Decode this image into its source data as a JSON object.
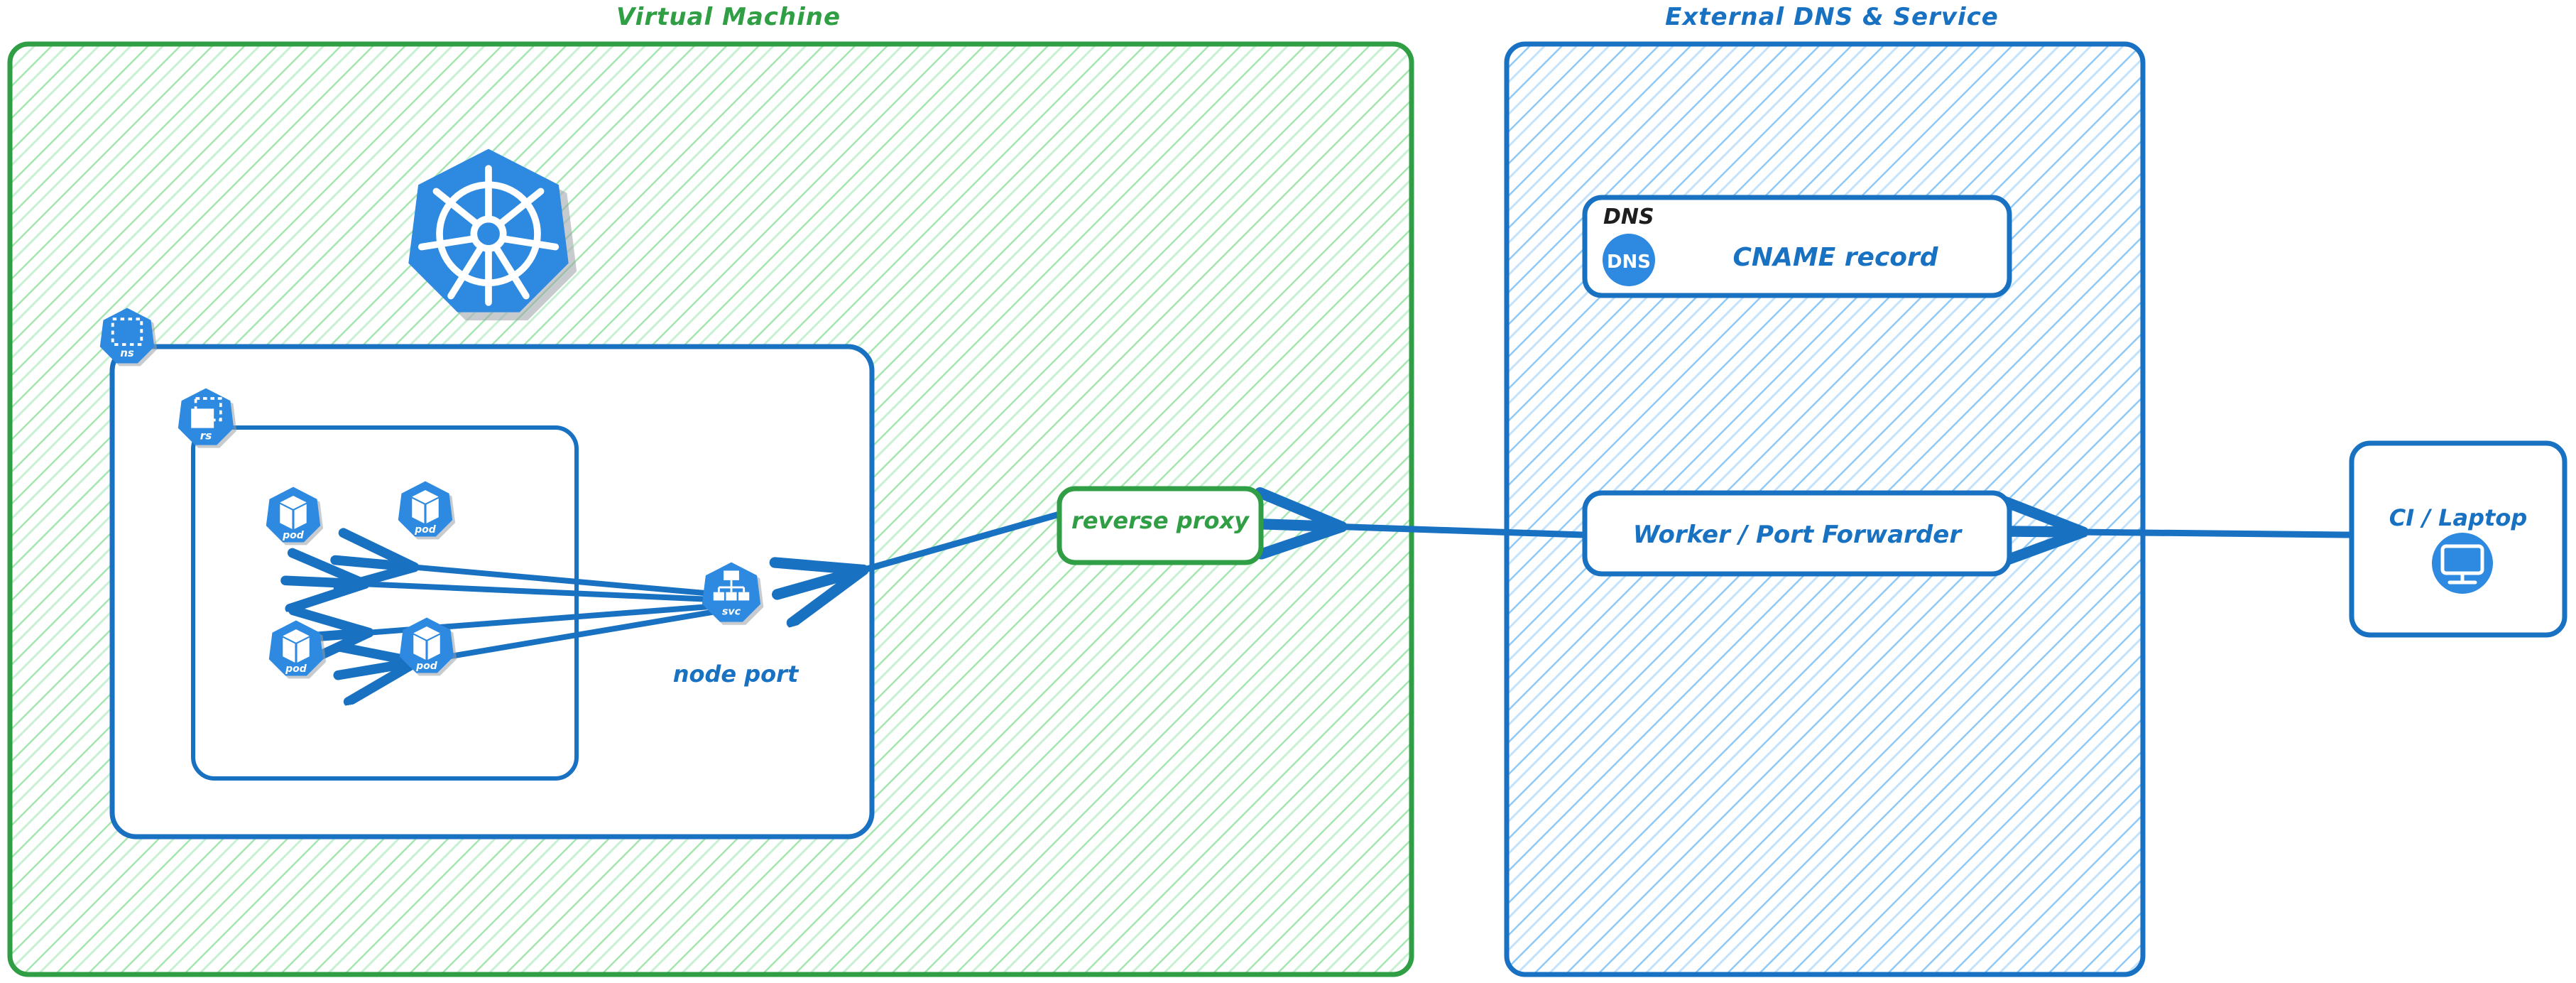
{
  "diagram": {
    "title_hidden": "Kubernetes NodePort exposed via reverse proxy and external DNS",
    "colors": {
      "green_stroke": "#2f9e44",
      "green_hatch": "#a5e6b0",
      "green_text": "#2f9e44",
      "blue_stroke": "#1971c2",
      "blue_hatch": "#8fc9f8",
      "blue_text": "#1971c2",
      "k8s_blue": "#2d8ae0",
      "black_text": "#1e1e1e",
      "white": "#ffffff",
      "arrow": "#1971c2"
    }
  },
  "groups": [
    {
      "id": "virtual-machine",
      "label": "Virtual Machine",
      "label_color": "#2f9e44",
      "stroke": "#2f9e44",
      "hatch": "#a5e6b0"
    },
    {
      "id": "external-dns-service",
      "label": "External DNS & Service",
      "label_color": "#1971c2",
      "stroke": "#1971c2",
      "hatch": "#8fc9f8"
    }
  ],
  "vm": {
    "namespace": {
      "icon_label": "ns",
      "icon_name": "kubernetes-namespace-icon"
    },
    "replicaset": {
      "icon_label": "rs",
      "icon_name": "kubernetes-replicaset-icon"
    },
    "kubernetes_logo": {
      "icon_name": "kubernetes-logo-icon",
      "label": ""
    },
    "pods": [
      {
        "icon_label": "pod",
        "name": "pod-1"
      },
      {
        "icon_label": "pod",
        "name": "pod-2"
      },
      {
        "icon_label": "pod",
        "name": "pod-3"
      },
      {
        "icon_label": "pod",
        "name": "pod-4"
      }
    ],
    "service": {
      "icon_label": "svc",
      "caption": "node port",
      "caption_color": "#1971c2"
    },
    "reverse_proxy": {
      "label": "reverse proxy",
      "stroke": "#2f9e44",
      "text_color": "#2f9e44"
    }
  },
  "external": {
    "dns_card": {
      "title": "DNS",
      "title_color": "#1e1e1e",
      "badge_label": "DNS",
      "record_label": "CNAME record",
      "record_color": "#1971c2"
    },
    "worker_card": {
      "label": "Worker / Port Forwarder",
      "text_color": "#1971c2"
    }
  },
  "client": {
    "card": {
      "label": "CI / Laptop",
      "text_color": "#1971c2",
      "icon_name": "desktop-monitor-icon"
    }
  },
  "arrows": [
    {
      "name": "arrow-ci-to-worker",
      "from": "CI / Laptop",
      "to": "Worker / Port Forwarder"
    },
    {
      "name": "arrow-worker-to-reverse-proxy",
      "from": "Worker / Port Forwarder",
      "to": "reverse proxy"
    },
    {
      "name": "arrow-reverse-proxy-to-svc",
      "from": "reverse proxy",
      "to": "node port svc"
    },
    {
      "name": "arrow-svc-to-pod-1",
      "from": "node port svc",
      "to": "pod-1"
    },
    {
      "name": "arrow-svc-to-pod-2",
      "from": "node port svc",
      "to": "pod-2"
    },
    {
      "name": "arrow-svc-to-pod-3",
      "from": "node port svc",
      "to": "pod-3"
    },
    {
      "name": "arrow-svc-to-pod-4",
      "from": "node port svc",
      "to": "pod-4"
    }
  ]
}
